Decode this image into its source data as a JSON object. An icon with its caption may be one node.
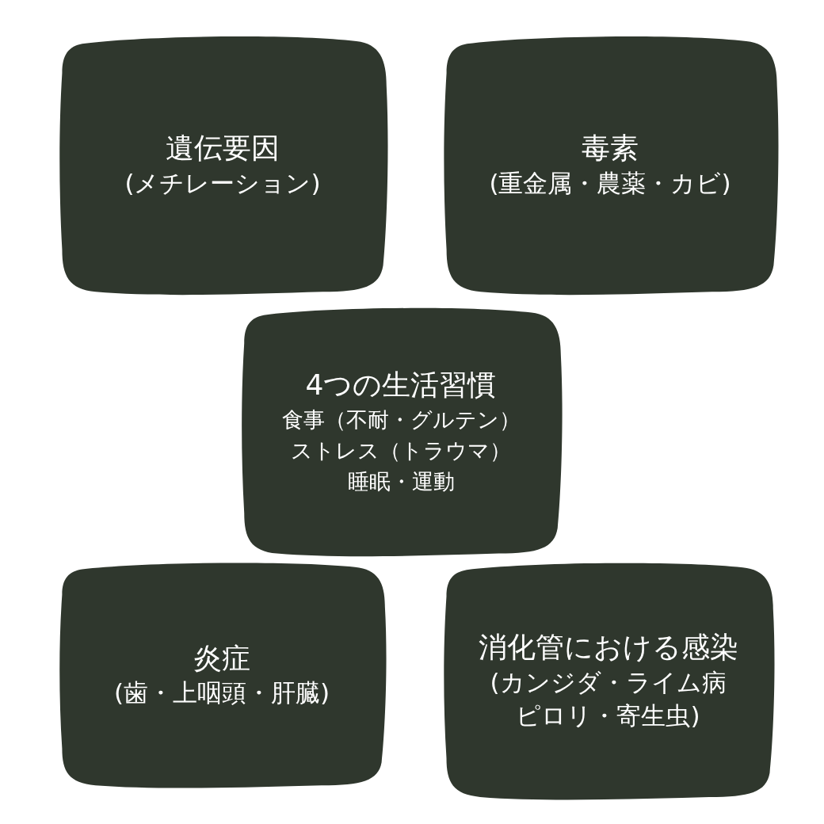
{
  "diagram": {
    "nodes": [
      {
        "text": [
          "遺伝要因",
          "(メチレーション)"
        ]
      },
      {
        "text": [
          "毒素",
          "(重金属・農薬・カビ)"
        ]
      },
      {
        "text": [
          "4つの生活習慣",
          "食事（不耐・グルテン）",
          "ストレス（トラウマ）",
          "睡眠・運動"
        ]
      },
      {
        "text": [
          "炎症",
          "(歯・上咽頭・肝臓)"
        ]
      },
      {
        "text": [
          "消化管における感染",
          "(カンジダ・ライム病ピロリ・寄生虫)"
        ]
      }
    ],
    "edges": []
  }
}
